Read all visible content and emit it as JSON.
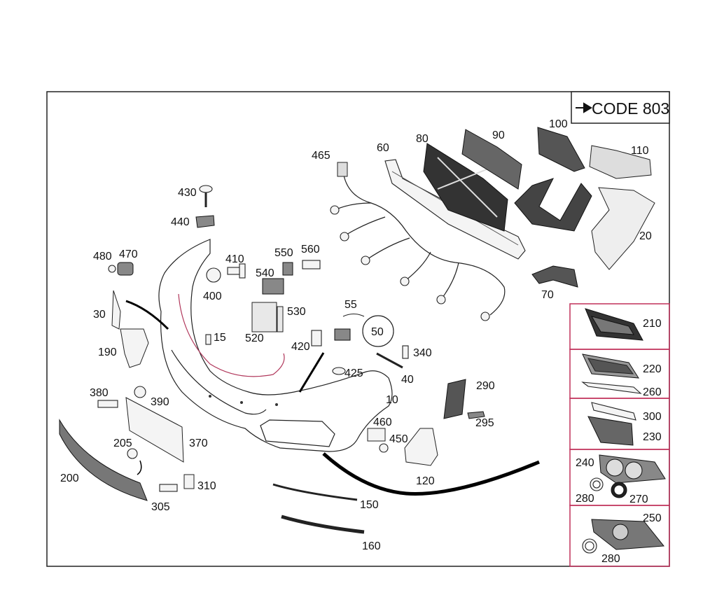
{
  "code_box": {
    "text": "CODE 803"
  },
  "labels": {
    "p10": "10",
    "p15": "15",
    "p20": "20",
    "p30": "30",
    "p40": "40",
    "p50": "50",
    "p55": "55",
    "p60": "60",
    "p70": "70",
    "p80": "80",
    "p90": "90",
    "p100": "100",
    "p110": "110",
    "p120": "120",
    "p150": "150",
    "p160": "160",
    "p190": "190",
    "p200": "200",
    "p205": "205",
    "p210": "210",
    "p220": "220",
    "p230": "230",
    "p240": "240",
    "p250": "250",
    "p260": "260",
    "p270": "270",
    "p280a": "280",
    "p280b": "280",
    "p290": "290",
    "p295": "295",
    "p300": "300",
    "p305": "305",
    "p310": "310",
    "p340": "340",
    "p370": "370",
    "p380": "380",
    "p390": "390",
    "p400": "400",
    "p410": "410",
    "p420": "420",
    "p425": "425",
    "p430": "430",
    "p440": "440",
    "p450": "450",
    "p460": "460",
    "p465": "465",
    "p470": "470",
    "p480": "480",
    "p520": "520",
    "p530": "530",
    "p540": "540",
    "p550": "550",
    "p560": "560"
  },
  "colors": {
    "frame": "#222222",
    "panel_border": "#c0305a",
    "arrow": "#000000"
  }
}
